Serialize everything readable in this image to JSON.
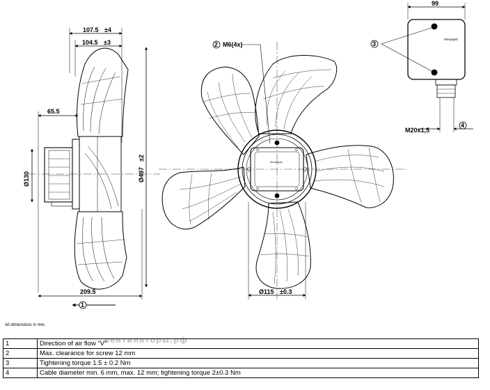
{
  "dimensions": {
    "width_top": "107.5",
    "width_top_tol": "±4",
    "width_second": "104.5",
    "width_second_tol": "±3",
    "depth": "65.5",
    "hub_diameter": "Ø130",
    "fan_diameter": "Ø497",
    "fan_diameter_tol": "±2",
    "overall_length": "209.5",
    "mount_thread": "M6(4x)",
    "mount_callout": "2",
    "bolt_circle": "Ø115",
    "bolt_circle_tol": "±0.3",
    "box_width": "99",
    "cable_gland": "M20x1,5",
    "callout_airflow": "1",
    "callout_screws": "3",
    "callout_cable": "4",
    "brand_label": "ebmpapst"
  },
  "note": "All dimensions in mm.",
  "watermark": "вентиляторы.рф",
  "legend": [
    {
      "num": "1",
      "text": "Direction of air flow \"V\""
    },
    {
      "num": "2",
      "text": "Max. clearance for screw 12 mm"
    },
    {
      "num": "3",
      "text": "Tightening torque 1.5 ± 0.2 Nm"
    },
    {
      "num": "4",
      "text": "Cable diameter min. 6 mm, max. 12 mm; tightening torque 2±0.3 Nm"
    }
  ]
}
